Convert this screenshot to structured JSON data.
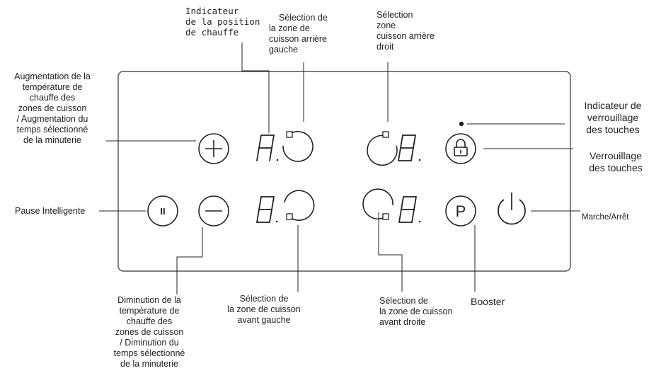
{
  "labels": {
    "indicateur_position": [
      "Indicateur",
      "de la position",
      "de chauffe"
    ],
    "selection_arriere_gauche": [
      "Sélection de",
      "la zone de",
      "cuisson arrière",
      "gauche"
    ],
    "selection_arriere_droit": [
      "Sélection",
      "zone",
      "cuisson arrière",
      "droit"
    ],
    "augmentation": [
      "Augmentation de la",
      "température de",
      "chauffe des",
      "zones de cuisson",
      "/ Augmentation du",
      "temps sélectionné",
      "de la minuterie"
    ],
    "indicateur_verrouillage": [
      "Indicateur de",
      "verrouillage",
      "des touches"
    ],
    "verrouillage": [
      "Verrouillage",
      "des touches"
    ],
    "pause": "Pause Intelligente",
    "marche_arret": "Marche/Arrêt",
    "diminution": [
      "Diminution de la",
      "température de",
      "chauffe des",
      "zones de cuisson",
      "/ Diminution du",
      "temps sélectionné",
      "de la minuterie"
    ],
    "selection_avant_gauche": [
      "Sélection de",
      "la zone de cuisson",
      "avant gauche"
    ],
    "selection_avant_droite": [
      "Sélection de",
      "la zone de cuisson",
      "avant droite"
    ],
    "booster": "Booster"
  },
  "buttons": {
    "pause_symbol": "II",
    "booster_symbol": "P"
  },
  "colors": {
    "line": "#222222",
    "panel_border": "#333333"
  }
}
